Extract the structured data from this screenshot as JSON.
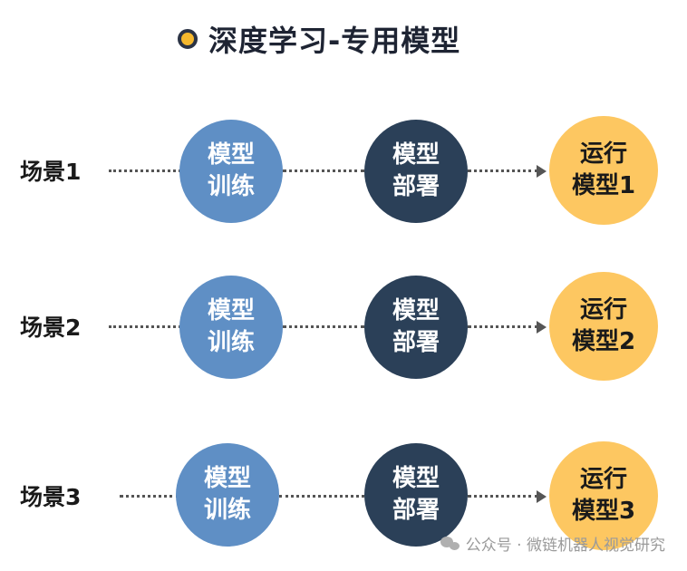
{
  "title": "深度学习-专用模型",
  "colors": {
    "train": "#5f8fc5",
    "deploy": "#2b4058",
    "run": "#fdc761",
    "title_dot": "#f5b82e"
  },
  "rows": [
    {
      "label": "场景1",
      "train": [
        "模型",
        "训练"
      ],
      "deploy": [
        "模型",
        "部署"
      ],
      "run": [
        "运行",
        "模型1"
      ]
    },
    {
      "label": "场景2",
      "train": [
        "模型",
        "训练"
      ],
      "deploy": [
        "模型",
        "部署"
      ],
      "run": [
        "运行",
        "模型2"
      ]
    },
    {
      "label": "场景3",
      "train": [
        "模型",
        "训练"
      ],
      "deploy": [
        "模型",
        "部署"
      ],
      "run": [
        "运行",
        "模型3"
      ]
    }
  ],
  "watermark": "公众号 · 微链机器人视觉研究"
}
